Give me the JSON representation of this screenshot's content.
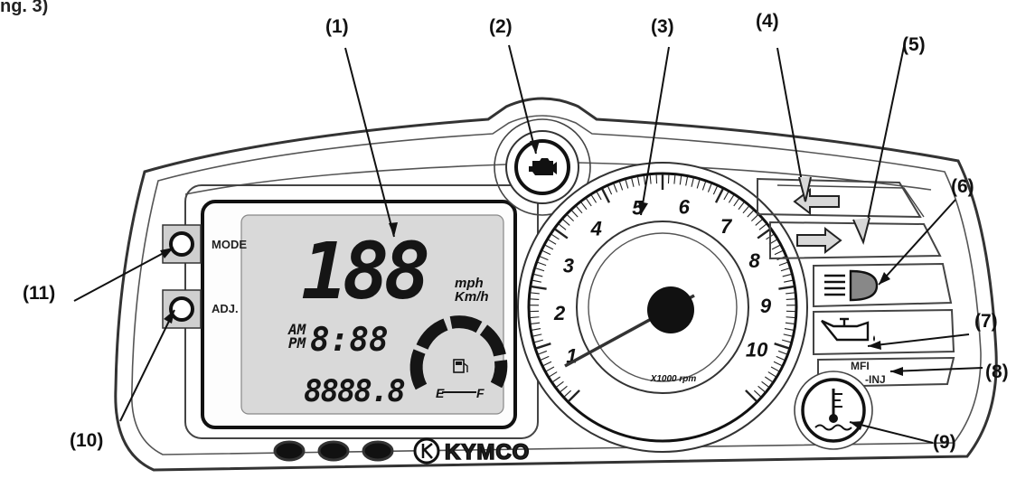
{
  "fragment_text": "ng. 3)",
  "callouts": [
    "(1)",
    "(2)",
    "(3)",
    "(4)",
    "(5)",
    "(6)",
    "(7)",
    "(8)",
    "(9)",
    "(10)",
    "(11)"
  ],
  "buttons": {
    "mode": "MODE",
    "adj": "ADJ."
  },
  "lcd": {
    "speed": "188",
    "speed_unit_1": "mph",
    "speed_unit_2": "Km/h",
    "am": "AM",
    "pm": "PM",
    "clock": "8:88",
    "odometer": "8888.8",
    "fuel_empty": "E",
    "fuel_full": "F"
  },
  "tacho": {
    "numerals": [
      "1",
      "2",
      "3",
      "4",
      "5",
      "6",
      "7",
      "8",
      "9",
      "10"
    ],
    "unit": "X1000 rpm"
  },
  "indicators": {
    "mfi": "MFI",
    "inj": "-INJ"
  },
  "brand": "KYMCO",
  "icons": [
    "engine-check-icon",
    "left-turn-arrow-icon",
    "right-turn-arrow-icon",
    "high-beam-icon",
    "oil-pressure-icon",
    "coolant-temperature-icon",
    "kymco-logo"
  ]
}
